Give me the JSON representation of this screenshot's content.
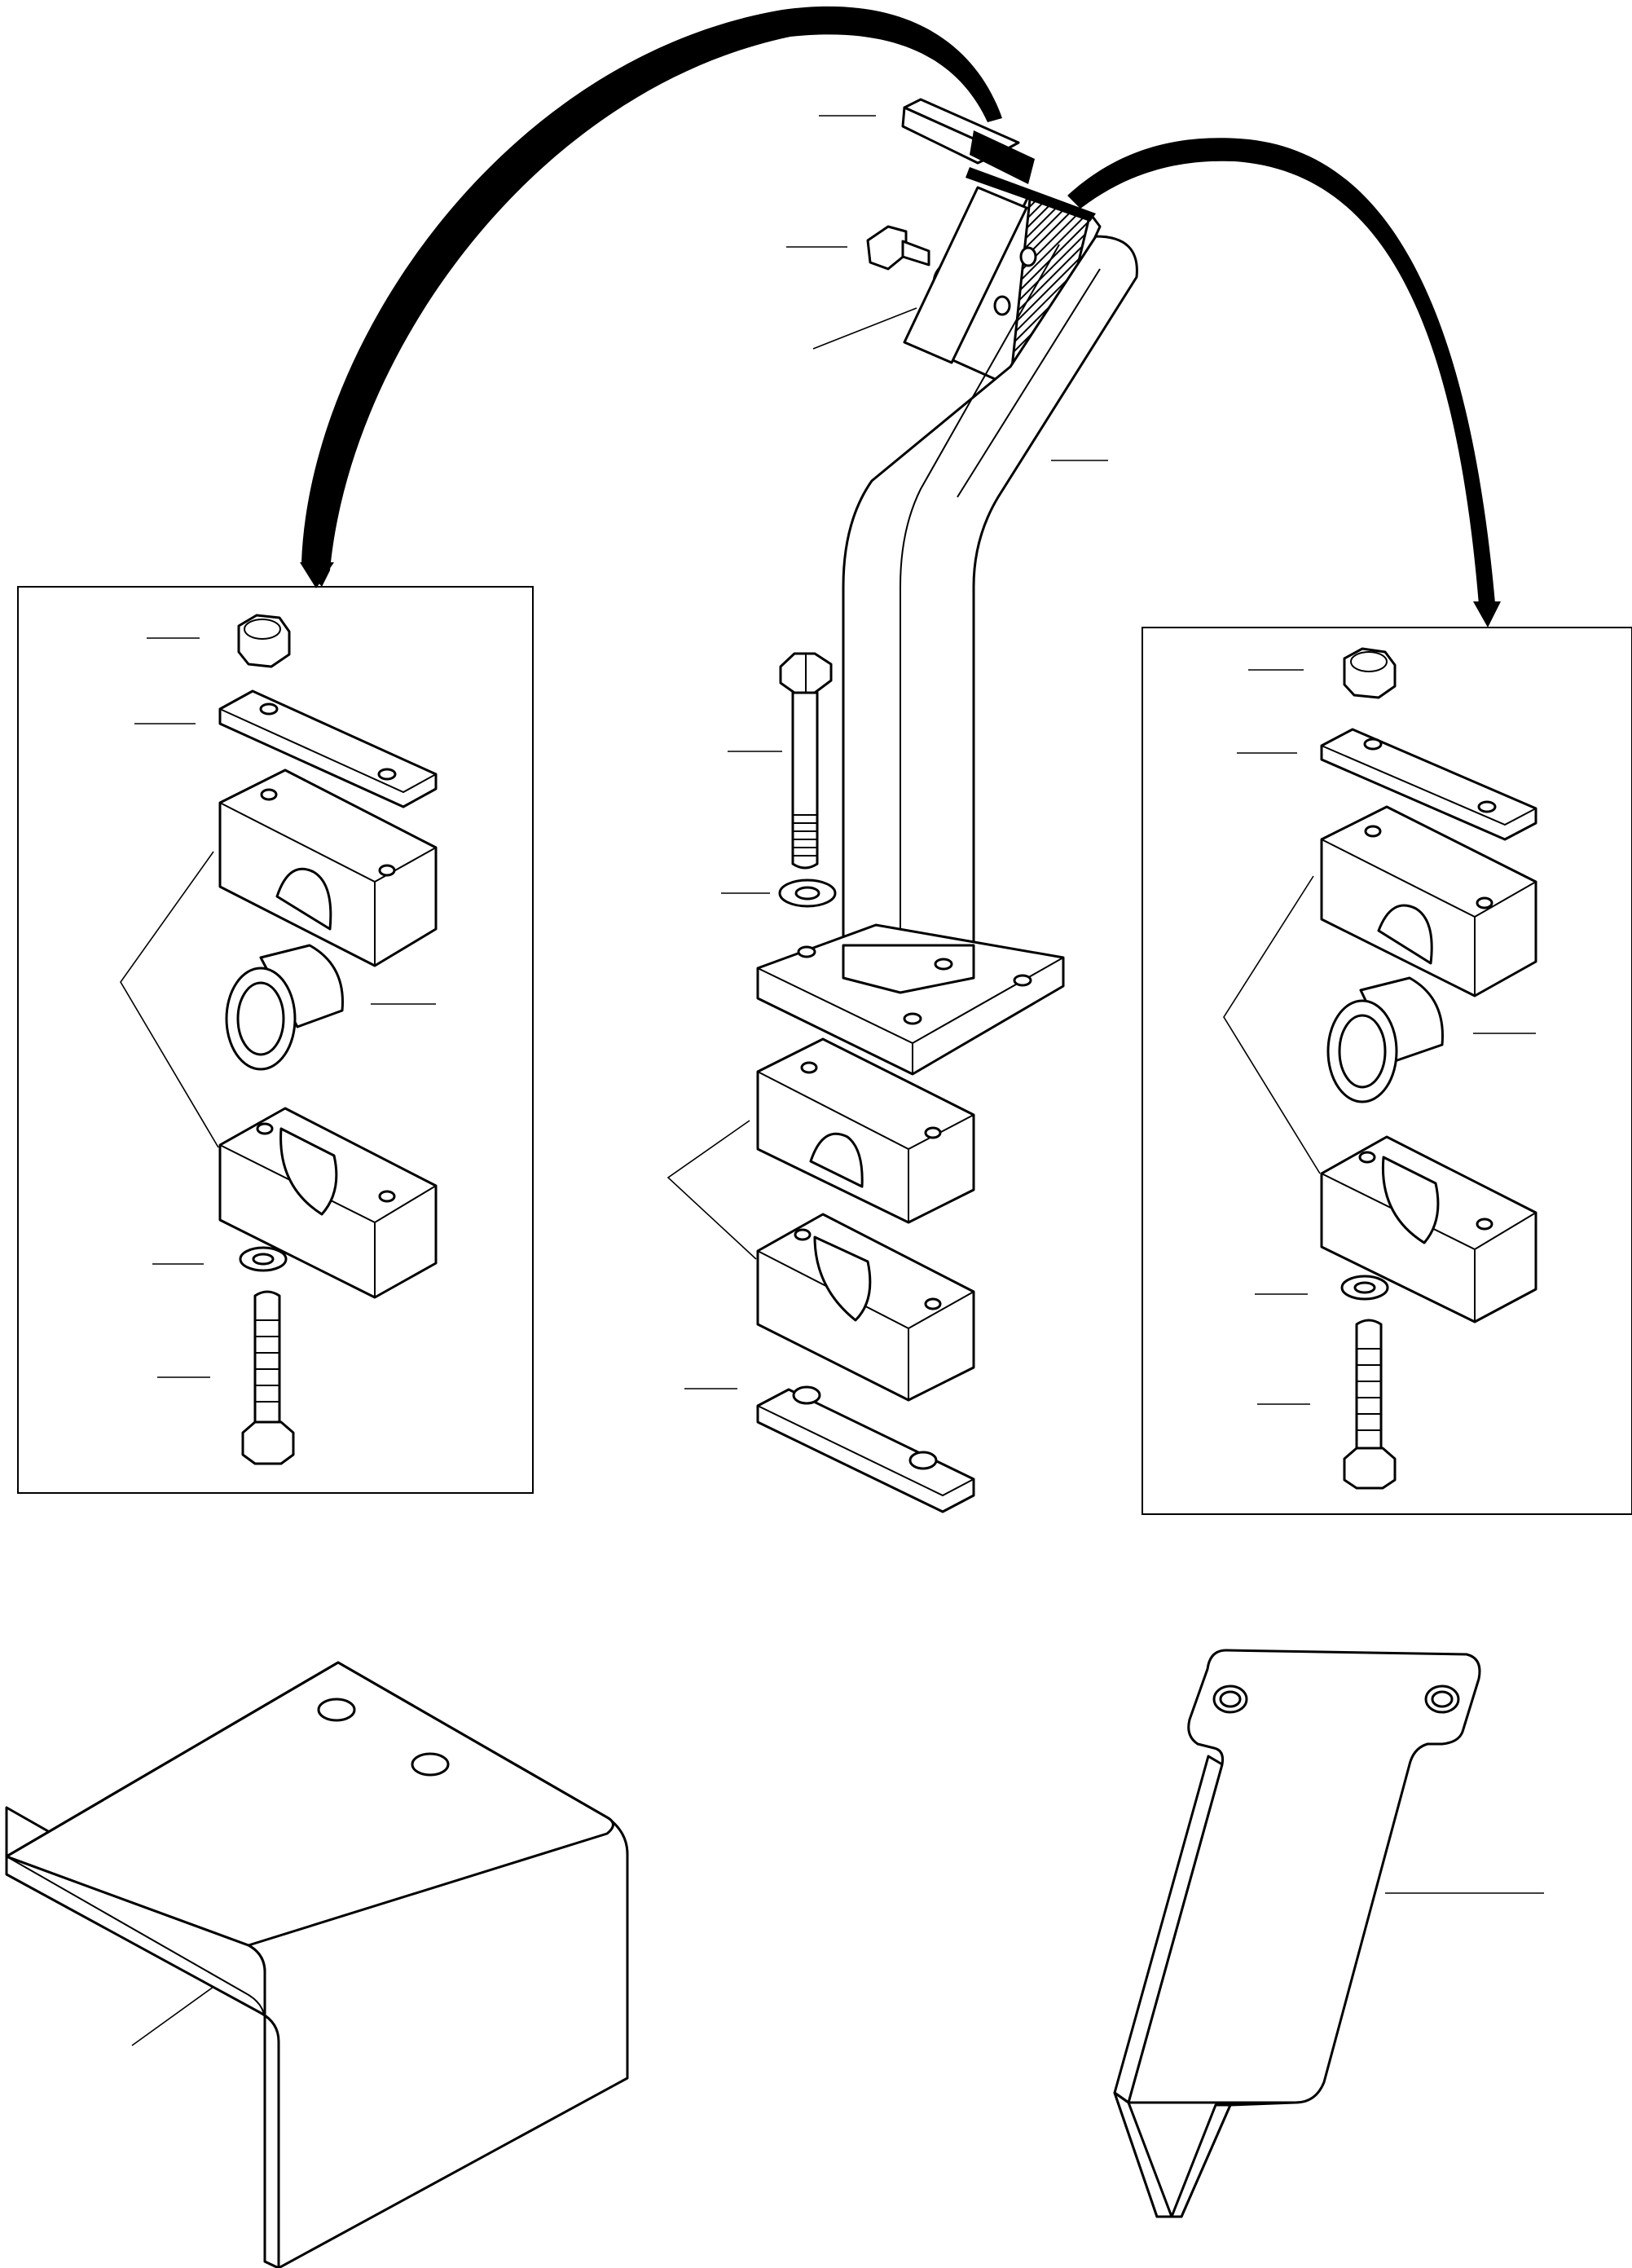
{
  "diagram": {
    "colors": {
      "line": "#000000",
      "background": "#ffffff"
    },
    "components": [
      "bolt-top",
      "washer-top",
      "mounting-bracket",
      "bent-support-tube",
      "long-hex-bolt",
      "flat-washer",
      "tube-base-plate",
      "clamp-block-upper",
      "clamp-block-lower",
      "clamp-strap-plate",
      "left-detail-nut",
      "left-detail-strap",
      "left-detail-clamp-upper",
      "left-detail-bushing",
      "left-detail-clamp-lower",
      "left-detail-washer",
      "left-detail-stud-bolt",
      "right-detail-nut",
      "right-detail-strap",
      "right-detail-clamp-upper",
      "right-detail-bushing",
      "right-detail-clamp-lower",
      "right-detail-washer",
      "right-detail-stud-bolt",
      "angle-cover-plate",
      "tapered-bracket"
    ]
  }
}
